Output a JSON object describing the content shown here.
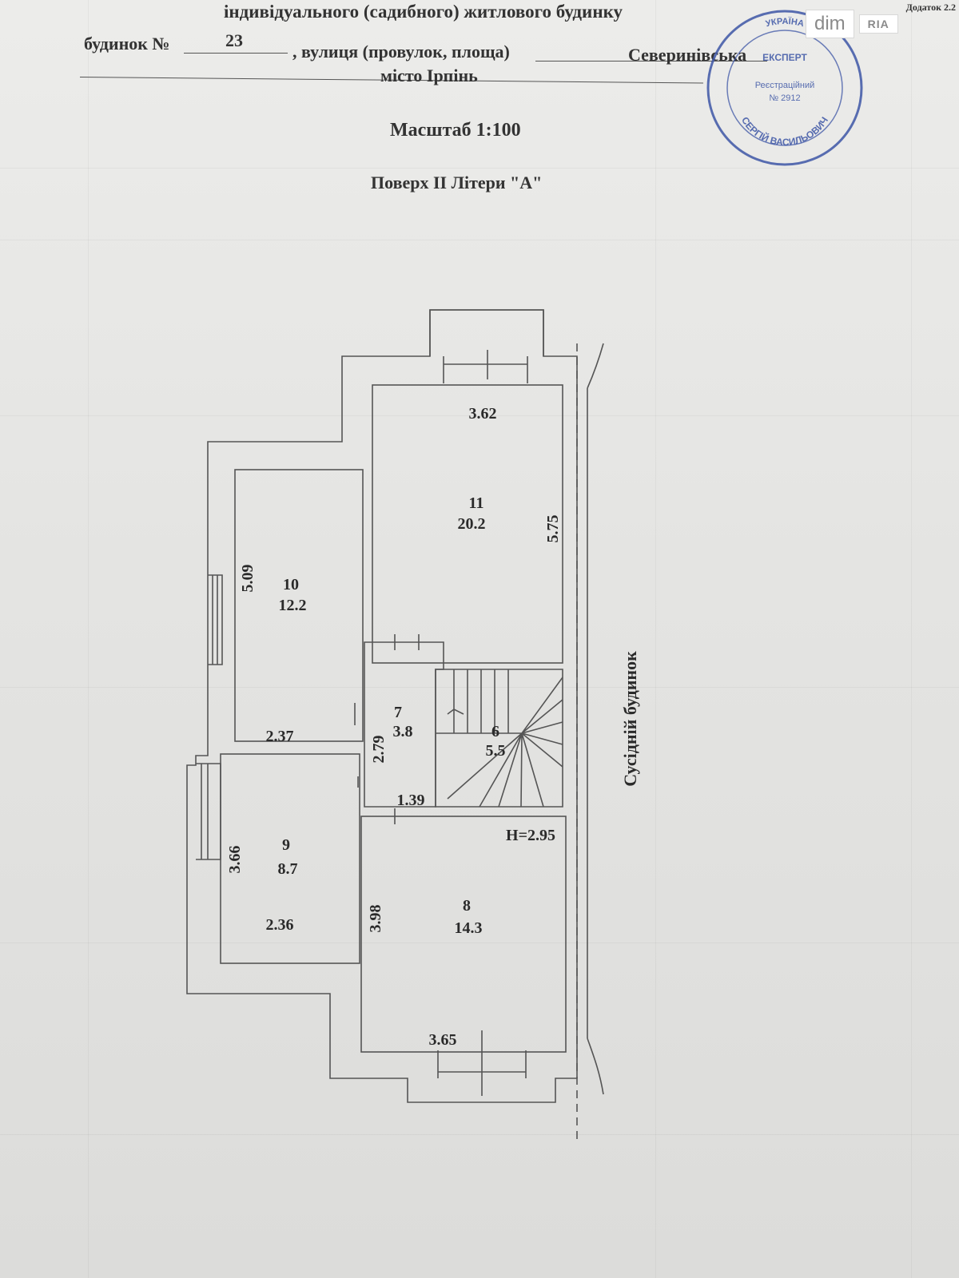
{
  "annex_label": "Додаток 2.2",
  "header": {
    "title": "індивідуального (садибного) житлового будинку",
    "house_label": "будинок №",
    "house_number": "23",
    "street_label": ", вулиця (провулок, площа)",
    "street_name": "Северинівська",
    "city": "місто Ірпінь"
  },
  "scale": "Масштаб 1:100",
  "floor_title": "Поверх II Літери \"А\"",
  "neighbor_label": "Сусідній будинок",
  "height_label": "H=2.95",
  "stamp": {
    "top_text": "УКРАЇНА",
    "role": "ЕКСПЕРТ",
    "reg_line1": "Реєстраційний",
    "reg_line2": "№ 2912",
    "name": "СЕРГІЙ ВАСИЛЬОВИЧ"
  },
  "watermark": {
    "brand1": "dim",
    "brand2": "RIA"
  },
  "rooms": [
    {
      "id": "11",
      "area": "20.2"
    },
    {
      "id": "10",
      "area": "12.2"
    },
    {
      "id": "7",
      "area": "3.8"
    },
    {
      "id": "6",
      "area": "5.5"
    },
    {
      "id": "9",
      "area": "8.7"
    },
    {
      "id": "8",
      "area": "14.3"
    }
  ],
  "dimensions": {
    "d_362": "3.62",
    "d_575": "5.75",
    "d_509": "5.09",
    "d_237": "2.37",
    "d_279": "2.79",
    "d_139": "1.39",
    "d_366": "3.66",
    "d_236": "2.36",
    "d_398": "3.98",
    "d_365": "3.65"
  }
}
